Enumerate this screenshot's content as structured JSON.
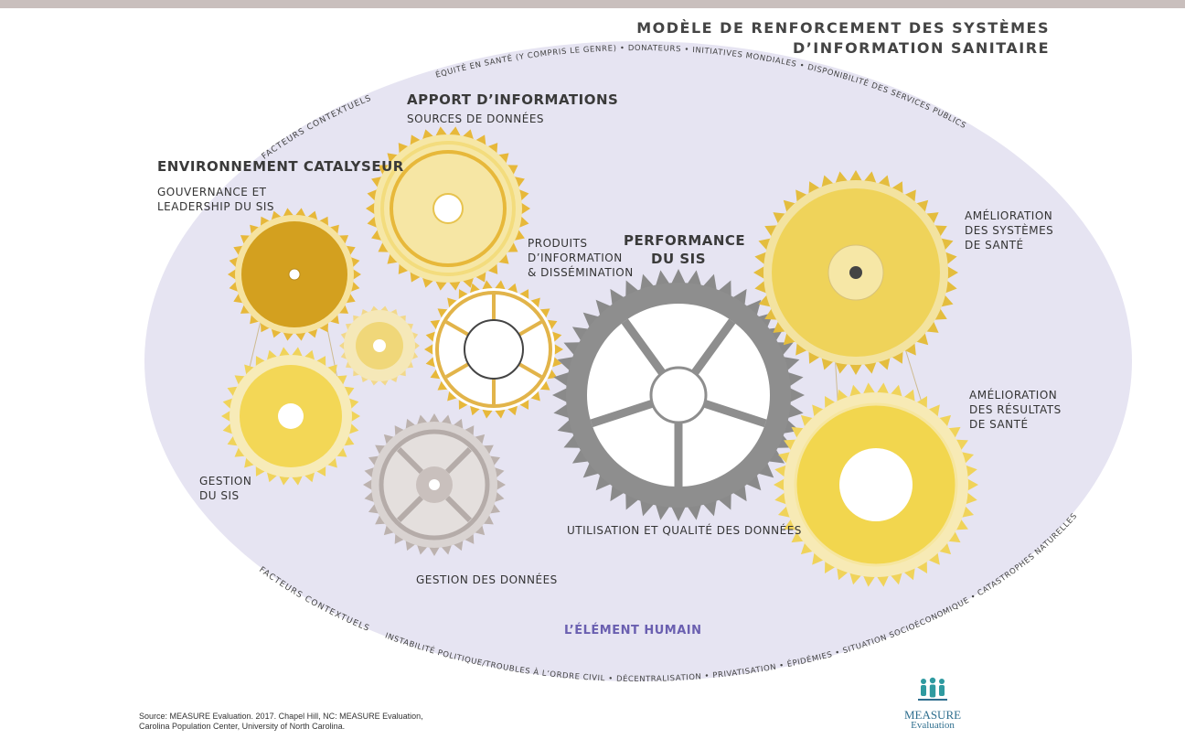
{
  "title": {
    "line1": "MODÈLE DE RENFORCEMENT DES SYSTÈMES",
    "line2": "D’INFORMATION SANITAIRE"
  },
  "arc_text": {
    "top_left": "FACTEURS CONTEXTUELS",
    "top_right": "ÉQUITÉ EN SANTÉ (Y COMPRIS LE GENRE) • DONATEURS • INITIATIVES MONDIALES • DISPONIBILITÉ DES SERVICES PUBLICS",
    "bottom_left": "FACTEURS CONTEXTUELS",
    "bottom_right": "INSTABILITÉ POLITIQUE/TROUBLES À L’ORDRE CIVIL • DÉCENTRALISATION • PRIVATISATION • ÉPIDÉMIES • SITUATION SOCIOÉCONOMIQUE • CATASTROPHES NATURELLES"
  },
  "labels": {
    "apport_title": "APPORT D’INFORMATIONS",
    "apport_sub": "SOURCES DE DONNÉES",
    "env_title": "ENVIRONNEMENT CATALYSEUR",
    "env_sub1": "GOUVERNANCE ET",
    "env_sub2": "LEADERSHIP DU SIS",
    "produits1": "PRODUITS",
    "produits2": "D’INFORMATION",
    "produits3": "& DISSÉMINATION",
    "perf1": "PERFORMANCE",
    "perf2": "DU SIS",
    "amelio_sys1": "AMÉLIORATION",
    "amelio_sys2": "DES SYSTÈMES",
    "amelio_sys3": "DE SANTÉ",
    "amelio_res1": "AMÉLIORATION",
    "amelio_res2": "DES RÉSULTATS",
    "amelio_res3": "DE SANTÉ",
    "gestion_sis1": "GESTION",
    "gestion_sis2": "DU SIS",
    "utilisation": "UTILISATION ET QUALITÉ DES DONNÉES",
    "gestion_donnees": "GESTION DES DONNÉES",
    "element_humain": "L’ÉLÉMENT HUMAIN"
  },
  "source": {
    "line1": "Source: MEASURE Evaluation. 2017. Chapel Hill, NC: MEASURE Evaluation,",
    "line2": "Carolina Population Center, University of North Carolina."
  },
  "logo": {
    "name": "MEASURE",
    "sub": "Evaluation",
    "icon": "people-icon"
  },
  "colors": {
    "ellipse": "#e6e4f2",
    "gold_dark": "#d3a01f",
    "gold_mid": "#e7b83a",
    "yellow": "#efd35a",
    "yellow_light": "#f6e7a6",
    "gray_dark": "#8a8a8a",
    "gray_mid": "#b8b0ad",
    "accent_human": "#6a5fb0",
    "logo": "#2f6f8f"
  }
}
